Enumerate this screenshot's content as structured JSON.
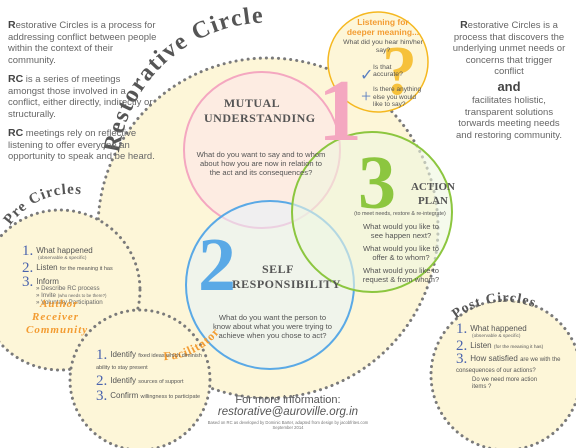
{
  "title": "Restorative Circle",
  "left_paragraphs": [
    {
      "lead": "R",
      "rest": "estorative Circles is a process for addressing conflict between people within the context of their community."
    },
    {
      "lead": "RC",
      "rest": " is a series of meetings amongst those involved in a conflict, either directly, indirectly or structurally."
    },
    {
      "lead": "RC",
      "rest": " meetings rely on reflective listening to offer everyone an opportunity to speak and be heard."
    }
  ],
  "right_paragraph": {
    "lead": "R",
    "rest": "estorative Circles is a process that discovers the underlying unmet needs or concerns that trigger conflict",
    "and": "and",
    "rest2": "facilitates holistic, transparent solutions torwards meeting needs and restoring community."
  },
  "listening": {
    "title": "Listening for deeper meaning...",
    "q1": "What did you hear him/her say?",
    "q2": "Is that accurate?",
    "q3": "Is there anything else you would like to say?"
  },
  "circle1": {
    "number": "1",
    "title": "MUTUAL UNDERSTANDING",
    "question": "What do you want to say and to whom about how you are now in relation to the act and its consequences?"
  },
  "circle2": {
    "number": "2",
    "title": "SELF RESPONSIBILITY",
    "question": "What do you want the person to know about what you were trying to achieve when you chose to act?"
  },
  "circle3": {
    "number": "3",
    "title": "ACTION PLAN",
    "sub": "(to meet needs, restore & re-integrate)",
    "q1": "What would you like to see happen next?",
    "q2": "What would you like to offer & to whom?",
    "q3": "What would you like to request & from whom?"
  },
  "pre_circles": {
    "title": "Pre Circles",
    "items": [
      {
        "n": "1.",
        "label": "What happened",
        "note": "(observable & specific)"
      },
      {
        "n": "2.",
        "label": "Listen",
        "note": "for the meaning it has"
      },
      {
        "n": "3.",
        "label": "Inform",
        "note": ""
      }
    ],
    "inform": [
      "» Describe RC process",
      "» Invite",
      "» Voluntary Participation"
    ],
    "invite_note": "(who needs to be there?)",
    "roles": [
      "Author",
      "Receiver",
      "Community"
    ]
  },
  "facilitator": {
    "title": "Facilitator",
    "items": [
      {
        "n": "1.",
        "label": "Identify",
        "note": "fixed ideas which diminish ability to stay present"
      },
      {
        "n": "2.",
        "label": "Identify",
        "note": "sources of support"
      },
      {
        "n": "3.",
        "label": "Confirm",
        "note": "willingness to participate"
      }
    ]
  },
  "post_circles": {
    "title": "Post Circles",
    "items": [
      {
        "n": "1.",
        "label": "What happened",
        "note": "(observable & specific)"
      },
      {
        "n": "2.",
        "label": "Listen",
        "note": "(for the meaning it has)"
      },
      {
        "n": "3.",
        "label": "How satisfied",
        "note": "are we with the consequences of our actions?"
      }
    ],
    "extra": "Do we need more action items ?"
  },
  "footer": {
    "more": "For more information:",
    "email": "restorative@auroville.org.in",
    "credit1": "Based on RC as developed by Dominic Barter, adapted from design by jacobfrites.com",
    "credit2": "September 2014"
  },
  "colors": {
    "pink": "#f4a7c0",
    "blue": "#5aa9e6",
    "green": "#8cc63f",
    "yellow": "#f5b820",
    "orange": "#f39c32",
    "gray": "#666666",
    "cream": "#fdf6d8"
  }
}
